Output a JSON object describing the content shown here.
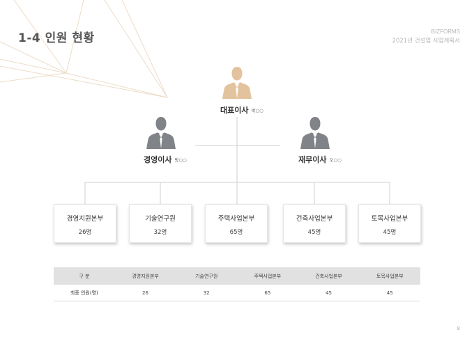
{
  "header": {
    "title": "1-4 인원 현황",
    "brand": "BIZFORMS",
    "subtitle": "2021년 건설업 사업계획서"
  },
  "colors": {
    "accent_person": "#e3c39e",
    "gray_person": "#808488",
    "table_header_bg": "#e1e1e1",
    "line": "#cfcfcf"
  },
  "org": {
    "ceo": {
      "title": "대표이사",
      "name": "박○○",
      "icon": "person-icon-accent"
    },
    "directors": [
      {
        "title": "경영이사",
        "name": "방○○",
        "icon": "person-icon-gray"
      },
      {
        "title": "재무이사",
        "name": "오○○",
        "icon": "person-icon-gray"
      }
    ],
    "departments": [
      {
        "name": "경영지원본부",
        "count": "26명"
      },
      {
        "name": "기술연구원",
        "count": "32명"
      },
      {
        "name": "주택사업본부",
        "count": "65명"
      },
      {
        "name": "건축사업본부",
        "count": "45명"
      },
      {
        "name": "토목사업본부",
        "count": "45명"
      }
    ]
  },
  "table": {
    "headers": [
      "구  분",
      "경영지원본부",
      "기술연구원",
      "주택사업본부",
      "건축사업본부",
      "토목사업본부"
    ],
    "row": [
      "최종 인원(명)",
      "26",
      "32",
      "65",
      "45",
      "45"
    ]
  },
  "page_number": "8"
}
